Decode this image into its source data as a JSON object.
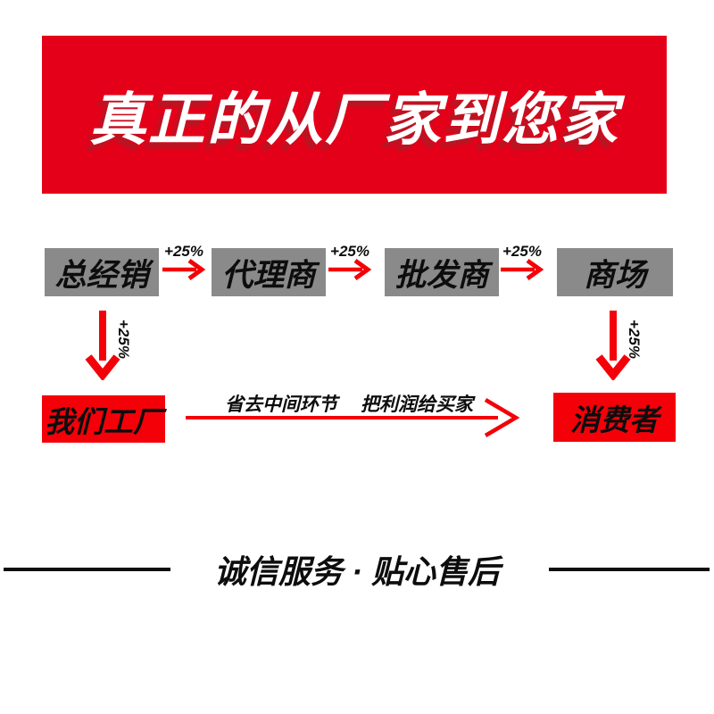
{
  "banner": {
    "title": "真正的从厂家到您家"
  },
  "chain": {
    "increment": "+25%",
    "nodes": [
      {
        "label": "总经销"
      },
      {
        "label": "代理商"
      },
      {
        "label": "批发商"
      },
      {
        "label": "商场"
      }
    ]
  },
  "bottom_flow": {
    "increment": "+25%",
    "factory": "我们工厂",
    "consumer": "消费者",
    "arrow_note_left": "省去中间环节",
    "arrow_note_right": "把利润给买家"
  },
  "footer": {
    "slogan": "诚信服务 · 贴心售后"
  },
  "colors": {
    "banner_red": "#e50019",
    "accent_red": "#f40009",
    "node_gray": "#8a8a8a",
    "text_black": "#0d0d0d"
  }
}
